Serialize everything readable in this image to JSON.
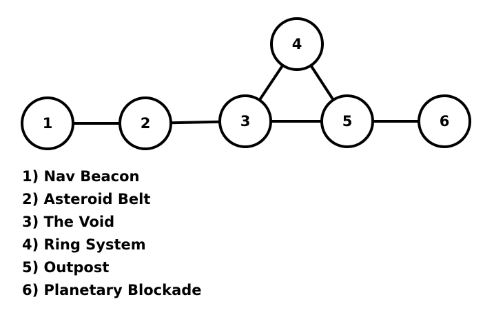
{
  "nodes": [
    {
      "id": "1",
      "label": "1"
    },
    {
      "id": "2",
      "label": "2"
    },
    {
      "id": "3",
      "label": "3"
    },
    {
      "id": "4",
      "label": "4"
    },
    {
      "id": "5",
      "label": "5"
    },
    {
      "id": "6",
      "label": "6"
    }
  ],
  "edges": [
    {
      "from": "1",
      "to": "2"
    },
    {
      "from": "2",
      "to": "3"
    },
    {
      "from": "3",
      "to": "4"
    },
    {
      "from": "4",
      "to": "5"
    },
    {
      "from": "3",
      "to": "5"
    },
    {
      "from": "5",
      "to": "6"
    }
  ],
  "legend": [
    "1) Nav Beacon",
    "2) Asteroid Belt",
    "3) The Void",
    "4) Ring System",
    "5) Outpost",
    "6) Planetary Blockade"
  ]
}
